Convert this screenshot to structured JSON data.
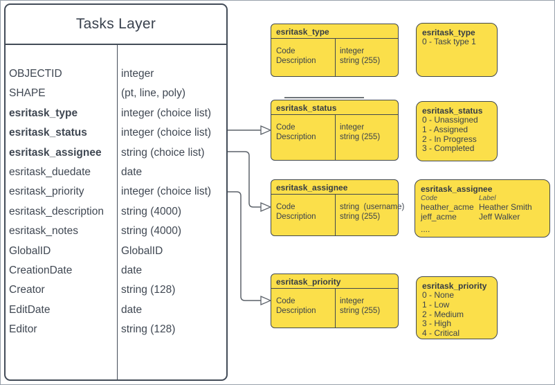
{
  "colors": {
    "box_fill_yellow": "#fbdf4a",
    "stroke_dark": "#40474e",
    "connector_gray": "#5b6169",
    "text_dark": "#3a414b"
  },
  "tasks_layer": {
    "title": "Tasks Layer",
    "fields": [
      {
        "name": "OBJECTID",
        "type": "integer",
        "bold": false
      },
      {
        "name": "SHAPE",
        "type": "(pt, line, poly)",
        "bold": false
      },
      {
        "name": "esritask_type",
        "type": "integer (choice list)",
        "bold": true
      },
      {
        "name": "esritask_status",
        "type": "integer (choice list)",
        "bold": true
      },
      {
        "name": "esritask_assignee",
        "type": "string (choice list)",
        "bold": true
      },
      {
        "name": "esritask_duedate",
        "type": "date",
        "bold": false
      },
      {
        "name": "esritask_priority",
        "type": "integer (choice list)",
        "bold": false
      },
      {
        "name": "esritask_description",
        "type": "string (4000)",
        "bold": false
      },
      {
        "name": "esritask_notes",
        "type": "string (4000)",
        "bold": false
      },
      {
        "name": "GlobalID",
        "type": "GlobalID",
        "bold": false
      },
      {
        "name": "CreationDate",
        "type": "date",
        "bold": false
      },
      {
        "name": "Creator",
        "type": "string (128)",
        "bold": false
      },
      {
        "name": "EditDate",
        "type": "date",
        "bold": false
      },
      {
        "name": "Editor",
        "type": "string (128)",
        "bold": false
      }
    ]
  },
  "schema_tables": [
    {
      "title": "esritask_type",
      "rows": [
        {
          "label": "Code",
          "type": "integer"
        },
        {
          "label": "Description",
          "type": "string (255)"
        }
      ]
    },
    {
      "title": "esritask_status",
      "rows": [
        {
          "label": "Code",
          "type": "integer"
        },
        {
          "label": "Description",
          "type": "string (255)"
        }
      ]
    },
    {
      "title": "esritask_assignee",
      "rows": [
        {
          "label": "Code",
          "type": "string  (username)"
        },
        {
          "label": "Description",
          "type": "string (255)"
        }
      ]
    },
    {
      "title": "esritask_priority",
      "rows": [
        {
          "label": "Code",
          "type": "integer"
        },
        {
          "label": "Description",
          "type": "string (255)"
        }
      ]
    }
  ],
  "value_lists": [
    {
      "title": "esritask_type",
      "values": [
        "0 - Task type 1"
      ]
    },
    {
      "title": "esritask_status",
      "values": [
        "0 - Unassigned",
        "1 - Assigned",
        "2 - In Progress",
        "3 - Completed"
      ]
    },
    {
      "title": "esritask_assignee",
      "columns": [
        "Code",
        "Label"
      ],
      "pairs": [
        [
          "heather_acme",
          "Heather Smith"
        ],
        [
          "jeff_acme",
          "Jeff Walker"
        ]
      ],
      "ellipsis": "...."
    },
    {
      "title": "esritask_priority",
      "values": [
        "0 - None",
        "1 - Low",
        "2 - Medium",
        "3 - High",
        "4 - Critical"
      ]
    }
  ]
}
